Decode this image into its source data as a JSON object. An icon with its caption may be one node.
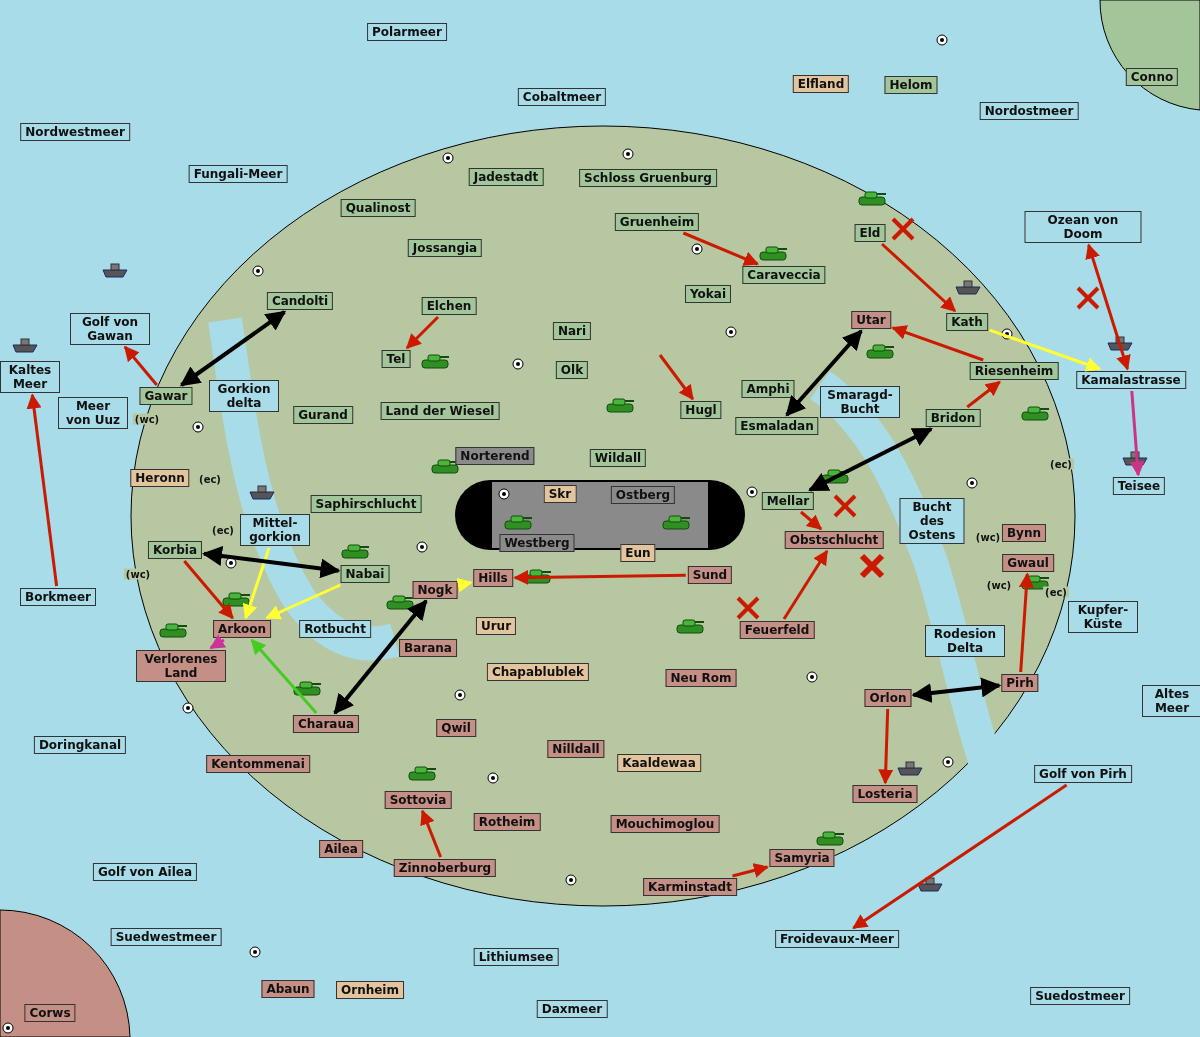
{
  "diagram": {
    "nodes": [
      {
        "text": [
          "Polarmeer"
        ]
      },
      {
        "text": [
          "Elfland"
        ]
      },
      {
        "text": [
          "Helom"
        ]
      },
      {
        "text": [
          "Conno"
        ]
      },
      {
        "text": [
          "Cobaltmeer"
        ]
      },
      {
        "text": [
          "Nordwestmeer"
        ]
      },
      {
        "text": [
          "Nordostmeer"
        ]
      },
      {
        "text": [
          "Fungali-Meer"
        ]
      },
      {
        "text": [
          "Jadestadt"
        ]
      },
      {
        "text": [
          "Schloss Gruenburg"
        ]
      },
      {
        "text": [
          "Qualinost"
        ]
      },
      {
        "text": [
          "Gruenheim"
        ]
      },
      {
        "text": [
          "Ozean von Doom"
        ]
      },
      {
        "text": [
          "Eld"
        ]
      },
      {
        "text": [
          "Jossangia"
        ]
      },
      {
        "text": [
          "Caraveccia"
        ]
      },
      {
        "text": [
          "Candolti"
        ]
      },
      {
        "text": [
          "Yokai"
        ]
      },
      {
        "text": [
          "Elchen"
        ]
      },
      {
        "text": [
          "Utar"
        ]
      },
      {
        "text": [
          "Kath"
        ]
      },
      {
        "text": [
          "Golf von Gawan"
        ]
      },
      {
        "text": [
          "Nari"
        ]
      },
      {
        "text": [
          "Tel"
        ]
      },
      {
        "text": [
          "Olk"
        ]
      },
      {
        "text": [
          "Kaltes Meer"
        ]
      },
      {
        "text": [
          "Amphi"
        ]
      },
      {
        "text": [
          "Riesenheim"
        ]
      },
      {
        "text": [
          "Kamalastrasse"
        ]
      },
      {
        "text": [
          "Gawar"
        ]
      },
      {
        "text": [
          "Gorkion delta"
        ]
      },
      {
        "text": [
          "Meer von Uuz"
        ]
      },
      {
        "text": [
          "Gurand"
        ]
      },
      {
        "text": [
          "Land der Wiesel"
        ]
      },
      {
        "text": [
          "Hugl"
        ]
      },
      {
        "text": [
          "Smaragd-Bucht"
        ]
      },
      {
        "text": [
          "Bridon"
        ]
      },
      {
        "text": [
          "Esmaladan"
        ]
      },
      {
        "text": [
          "Norterend"
        ]
      },
      {
        "text": [
          "Wildall"
        ]
      },
      {
        "text": [
          "Heronn"
        ]
      },
      {
        "text": [
          "Teisee"
        ]
      },
      {
        "text": [
          "Skr"
        ]
      },
      {
        "text": [
          "Ostberg"
        ]
      },
      {
        "text": [
          "Mellar"
        ]
      },
      {
        "text": [
          "Saphirschlucht"
        ]
      },
      {
        "text": [
          "Bucht des Ostens"
        ]
      },
      {
        "text": [
          "Mittel-gorkion"
        ]
      },
      {
        "text": [
          "Bynn"
        ]
      },
      {
        "text": [
          "Westberg"
        ]
      },
      {
        "text": [
          "Obstschlucht"
        ]
      },
      {
        "text": [
          "Korbia"
        ]
      },
      {
        "text": [
          "Gwaul"
        ]
      },
      {
        "text": [
          "Nabai"
        ]
      },
      {
        "text": [
          "Hills"
        ]
      },
      {
        "text": [
          "Eun"
        ]
      },
      {
        "text": [
          "Sund"
        ]
      },
      {
        "text": [
          "Nogk"
        ]
      },
      {
        "text": [
          "Borkmeer"
        ]
      },
      {
        "text": [
          "Kupfer-Küste"
        ]
      },
      {
        "text": [
          "Urur"
        ]
      },
      {
        "text": [
          "Arkoon"
        ]
      },
      {
        "text": [
          "Feuerfeld"
        ]
      },
      {
        "text": [
          "Rotbucht"
        ]
      },
      {
        "text": [
          "Rodesion Delta"
        ]
      },
      {
        "text": [
          "Barana"
        ]
      },
      {
        "text": [
          "Verlorenes Land"
        ]
      },
      {
        "text": [
          "Chapablublek"
        ]
      },
      {
        "text": [
          "Neu Rom"
        ]
      },
      {
        "text": [
          "Pirh"
        ]
      },
      {
        "text": [
          "Altes Meer"
        ]
      },
      {
        "text": [
          "Orlon"
        ]
      },
      {
        "text": [
          "Charaua"
        ]
      },
      {
        "text": [
          "Qwil"
        ]
      },
      {
        "text": [
          "Doringkanal"
        ]
      },
      {
        "text": [
          "Nilldall"
        ]
      },
      {
        "text": [
          "Kentommenai"
        ]
      },
      {
        "text": [
          "Kaaldewaa"
        ]
      },
      {
        "text": [
          "Golf von Pirh"
        ]
      },
      {
        "text": [
          "Losteria"
        ]
      },
      {
        "text": [
          "Sottovia"
        ]
      },
      {
        "text": [
          "Rotheim"
        ]
      },
      {
        "text": [
          "Mouchimoglou"
        ]
      },
      {
        "text": [
          "Ailea"
        ]
      },
      {
        "text": [
          "Samyria"
        ]
      },
      {
        "text": [
          "Zinnoberburg"
        ]
      },
      {
        "text": [
          "Golf von Ailea"
        ]
      },
      {
        "text": [
          "Karminstadt"
        ]
      },
      {
        "text": [
          "Suedwestmeer"
        ]
      },
      {
        "text": [
          "Froidevaux-Meer"
        ]
      },
      {
        "text": [
          "Lithiumsee"
        ]
      },
      {
        "text": [
          "Abaun"
        ]
      },
      {
        "text": [
          "Ornheim"
        ]
      },
      {
        "text": [
          "Suedostmeer"
        ]
      },
      {
        "text": [
          "Daxmeer"
        ]
      },
      {
        "text": [
          "Corws"
        ]
      }
    ],
    "edges": [
      {
        "from": 29,
        "to": 21,
        "arrow": "to"
      },
      {
        "from": 58,
        "to": 25,
        "arrow": "to"
      },
      {
        "from": 18,
        "to": 23,
        "arrow": "to"
      },
      {
        "from": 11,
        "to": 15,
        "arrow": "to"
      },
      {
        "from": null,
        "to": 34,
        "arrow": "to"
      },
      {
        "from": 13,
        "to": 20,
        "arrow": "to"
      },
      {
        "from": 20,
        "to": 28,
        "arrow": "to",
        "color": "#ffff33"
      },
      {
        "from": 12,
        "to": 28,
        "arrow": "both"
      },
      {
        "from": 28,
        "to": 41,
        "arrow": "to",
        "color": "#cc3388"
      },
      {
        "from": 27,
        "to": 19,
        "arrow": "to"
      },
      {
        "from": 36,
        "to": 27,
        "arrow": "to"
      },
      {
        "from": 44,
        "to": 50,
        "arrow": "to"
      },
      {
        "from": 62,
        "to": 50,
        "arrow": "to"
      },
      {
        "from": 56,
        "to": 54,
        "arrow": "to"
      },
      {
        "from": 57,
        "to": 54,
        "arrow": "to",
        "color": "#ffff33"
      },
      {
        "from": 53,
        "to": 61,
        "arrow": "to",
        "color": "#ffff33"
      },
      {
        "from": 47,
        "to": 61,
        "arrow": "to",
        "color": "#ffff33"
      },
      {
        "from": 51,
        "to": 61,
        "arrow": "to"
      },
      {
        "from": 61,
        "to": 66,
        "arrow": "to",
        "color": "#cc3399"
      },
      {
        "from": 72,
        "to": 61,
        "arrow": "to",
        "color": "#44cc22"
      },
      {
        "from": 69,
        "to": 52,
        "arrow": "to"
      },
      {
        "from": 71,
        "to": 79,
        "arrow": "to"
      },
      {
        "from": 78,
        "to": 89,
        "arrow": "to"
      },
      {
        "from": 85,
        "to": 80,
        "arrow": "to"
      },
      {
        "from": 87,
        "to": 84,
        "arrow": "to"
      },
      {
        "from": 29,
        "to": 16,
        "arrow": "both",
        "color": "#000000"
      },
      {
        "from": 51,
        "to": 53,
        "arrow": "both",
        "color": "#000000"
      },
      {
        "from": 72,
        "to": 57,
        "arrow": "both",
        "color": "#000000"
      },
      {
        "from": 37,
        "to": 19,
        "arrow": "both",
        "color": "#000000"
      },
      {
        "from": 44,
        "to": 36,
        "arrow": "both",
        "color": "#000000"
      },
      {
        "from": 71,
        "to": 69,
        "arrow": "both",
        "color": "#000000"
      }
    ],
    "labels": [
      "(wc)",
      "(ec)",
      "(ec)",
      "(ec)",
      "(wc)",
      "(wc)",
      "(wc)",
      "(ec)"
    ]
  }
}
